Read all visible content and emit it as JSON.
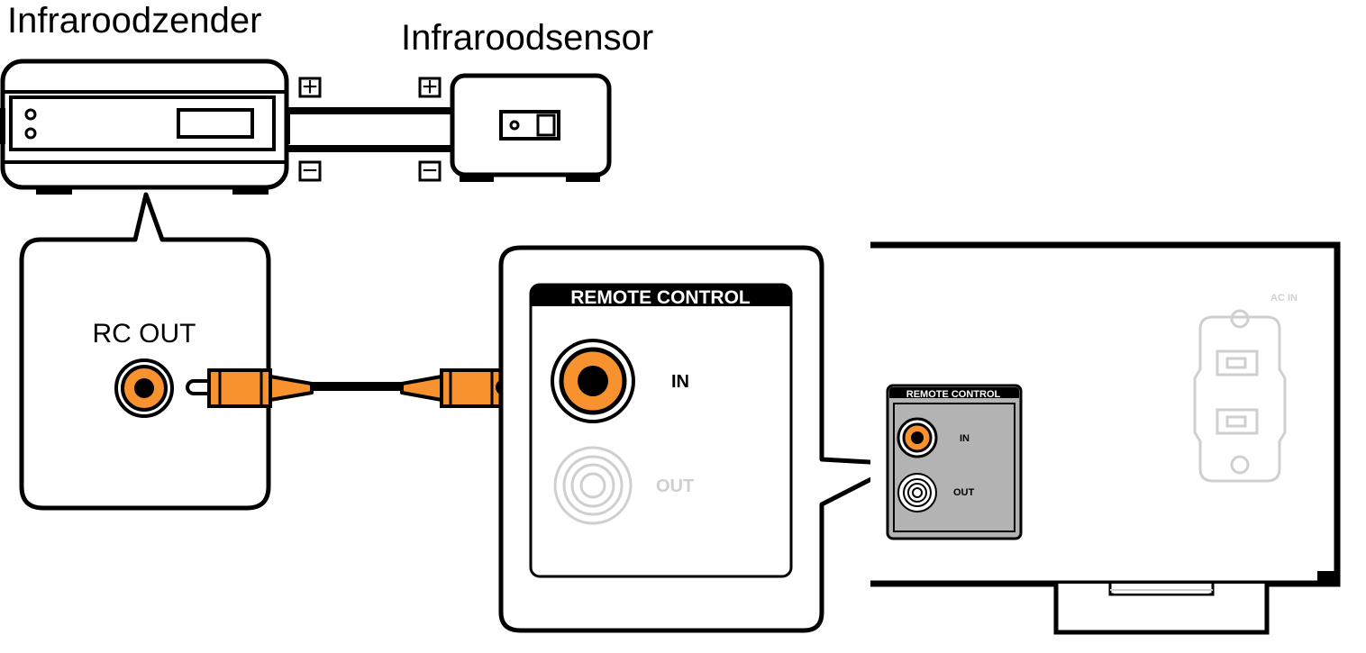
{
  "labels": {
    "transmitter": "Infraroodzender",
    "sensor": "Infraroodsensor",
    "plus": "+",
    "minus": "−",
    "rc_out": "RC OUT",
    "remote_control": "REMOTE CONTROL",
    "in": "IN",
    "out": "OUT",
    "small_remote_control": "REMOTE CONTROL",
    "small_in": "IN",
    "small_out": "OUT",
    "ac_in": "AC IN"
  },
  "colors": {
    "plug_orange": "#f7922f",
    "line": "#000000",
    "panel_gray": "#b3b3b3",
    "faded": "#cfcfcf"
  }
}
